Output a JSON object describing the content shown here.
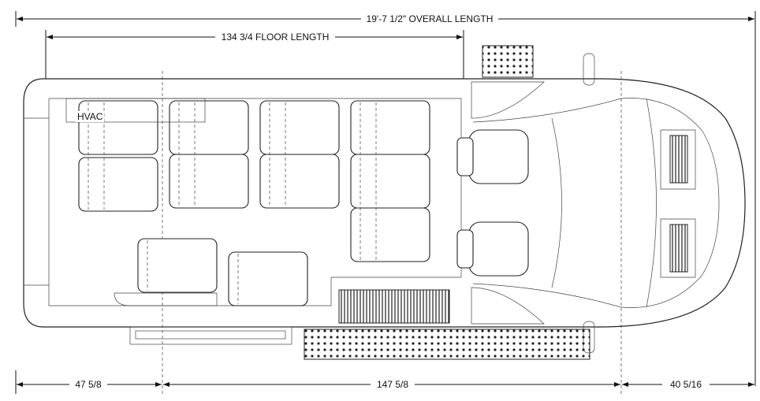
{
  "dimensions": {
    "overall_length": "19'-7 1/2\" OVERALL LENGTH",
    "floor_length": "134 3/4 FLOOR LENGTH",
    "rear_overhang": "47 5/8",
    "wheelbase": "147 5/8",
    "front_overhang": "40 5/16"
  },
  "labels": {
    "hvac": "HVAC"
  }
}
